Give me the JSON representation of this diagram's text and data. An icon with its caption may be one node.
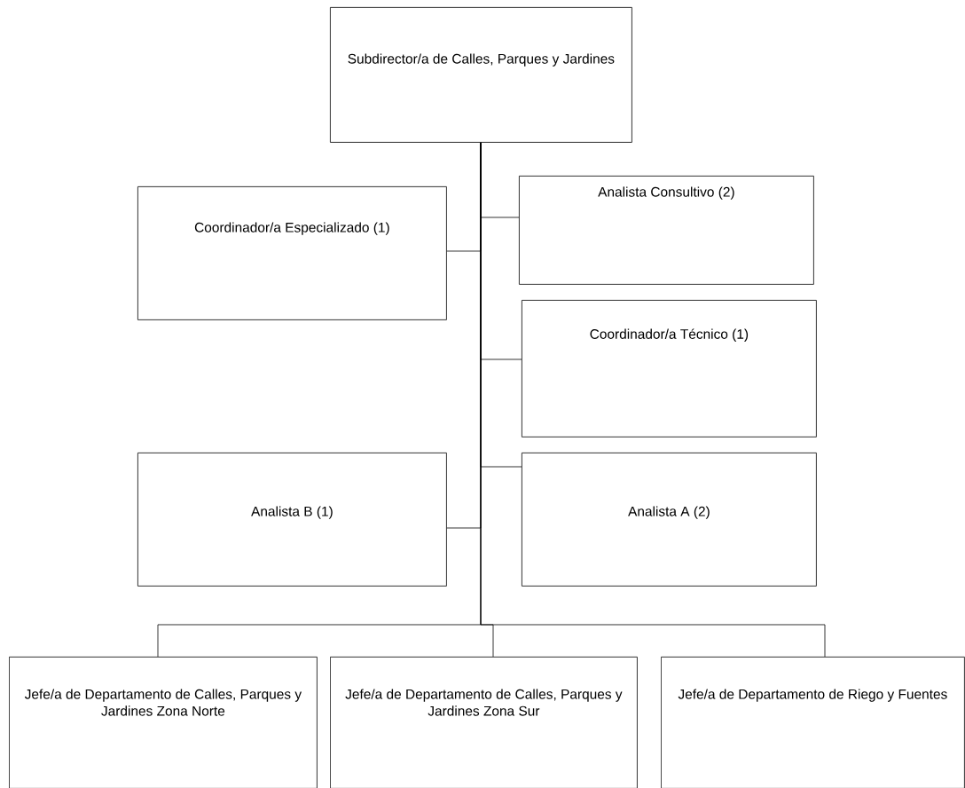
{
  "diagram": {
    "nodes": [
      {
        "text": [
          "Subdirector/a de Calles, Parques y Jardines"
        ]
      },
      {
        "text": [
          "Analista Consultivo (2)"
        ]
      },
      {
        "text": [
          "Coordinador/a Especializado (1)"
        ]
      },
      {
        "text": [
          "Coordinador/a Técnico (1)"
        ]
      },
      {
        "text": [
          "Analista B (1)"
        ]
      },
      {
        "text": [
          "Analista A (2)"
        ]
      },
      {
        "text": [
          "Jefe/a de Departamento de Calles, Parques y Jardines Zona Norte"
        ]
      },
      {
        "text": [
          "Jefe/a de Departamento de Calles, Parques y Jardines Zona Sur"
        ]
      },
      {
        "text": [
          "Jefe/a de Departamento de Riego y Fuentes"
        ]
      }
    ],
    "edges": [
      {
        "from": 0,
        "to": 1,
        "arrow": "none"
      },
      {
        "from": 0,
        "to": 2,
        "arrow": "none"
      },
      {
        "from": 0,
        "to": 3,
        "arrow": "none"
      },
      {
        "from": 0,
        "to": 4,
        "arrow": "none"
      },
      {
        "from": 0,
        "to": 5,
        "arrow": "none"
      },
      {
        "from": 0,
        "to": 6,
        "arrow": "none"
      },
      {
        "from": 0,
        "to": 7,
        "arrow": "none"
      },
      {
        "from": 0,
        "to": 8,
        "arrow": "none"
      }
    ]
  }
}
